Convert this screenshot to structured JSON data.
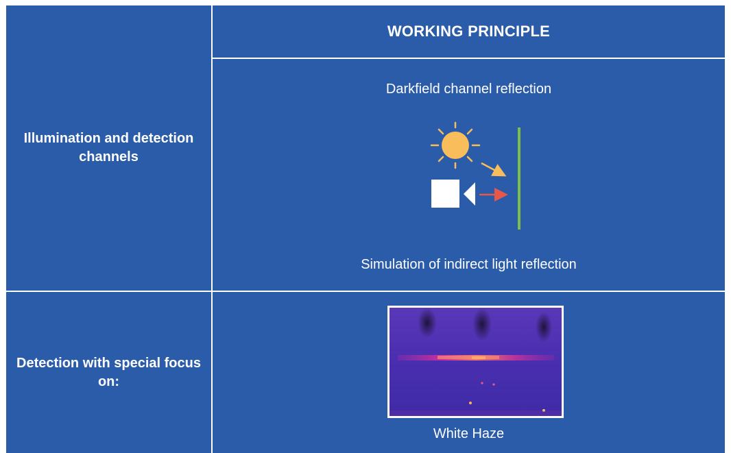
{
  "header": {
    "title": "WORKING PRINCIPLE"
  },
  "rows": [
    {
      "label": "Illumination and detection channels",
      "caption_top": "Darkfield channel reflection",
      "caption_bottom": "Simulation of indirect light reflection"
    },
    {
      "label": "Detection with special focus on:",
      "image_caption": "White Haze"
    }
  ],
  "diagram": {
    "icons": [
      "sun-icon",
      "camera-icon",
      "surface-line",
      "light-ray-arrow",
      "camera-ray-arrow"
    ]
  },
  "colors": {
    "background": "#2b5caa",
    "sun": "#f9bd5c",
    "camera": "#ffffff",
    "surface": "#7cc04a",
    "camera_ray": "#e8574a",
    "haze_base": "#4a2fb0"
  }
}
